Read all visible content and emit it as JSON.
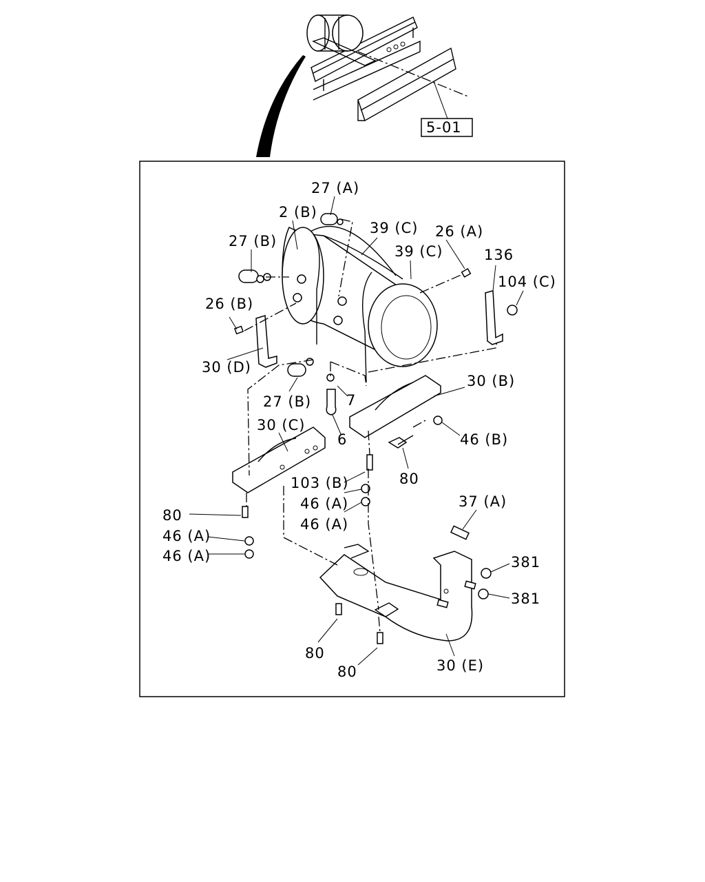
{
  "ref_box": "5-01",
  "callouts": {
    "c27a": "27 (A)",
    "c2b": "2 (B)",
    "c39c1": "39 (C)",
    "c26a": "26 (A)",
    "c39c2": "39 (C)",
    "c27b1": "27 (B)",
    "c136": "136",
    "c104c": "104 (C)",
    "c26b": "26 (B)",
    "c30d": "30 (D)",
    "c30b": "30 (B)",
    "c27b2": "27 (B)",
    "c7": "7",
    "c30c": "30 (C)",
    "c6": "6",
    "c46b": "46 (B)",
    "c103b": "103 (B)",
    "c80a": "80",
    "c46a1": "46 (A)",
    "c46a2": "46 (A)",
    "c80b": "80",
    "c37a": "37 (A)",
    "c46a3": "46 (A)",
    "c46a4": "46 (A)",
    "c381a": "381",
    "c381b": "381",
    "c80c": "80",
    "c80d": "80",
    "c30e": "30 (E)"
  }
}
